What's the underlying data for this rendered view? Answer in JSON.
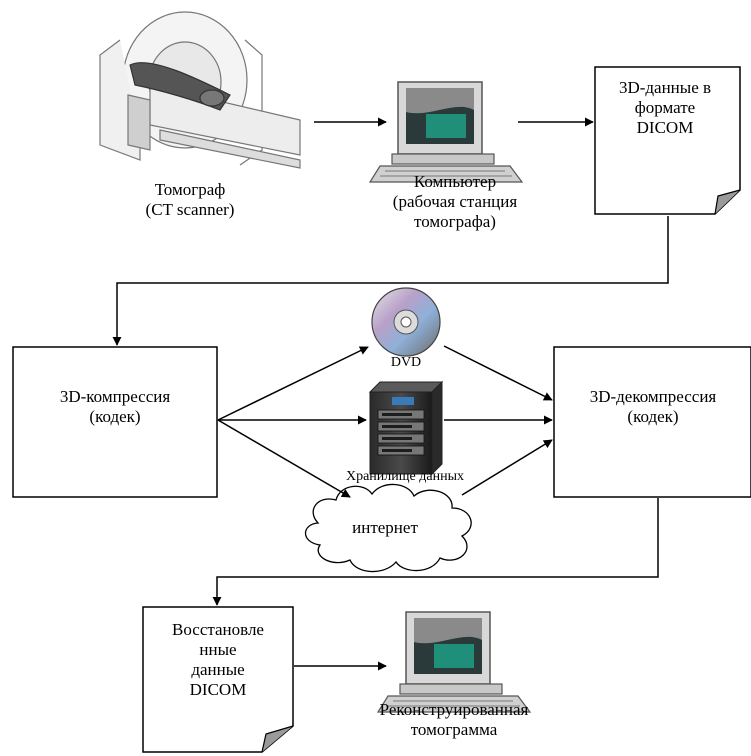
{
  "nodes": {
    "ct_scanner": {
      "line1": "Томограф",
      "line2": "(CT scanner)"
    },
    "workstation": {
      "line1": "Компьютер",
      "line2": "(рабочая станция",
      "line3": "томографа)"
    },
    "dicom_3d": {
      "line1": "3D-данные в",
      "line2": "формате",
      "line3": "DICOM"
    },
    "compression": {
      "line1": "3D-компрессия",
      "line2": "(кодек)"
    },
    "decompression": {
      "line1": "3D-декомпрессия",
      "line2": "(кодек)"
    },
    "dvd": {
      "label": "DVD"
    },
    "storage": {
      "label": "Хранилище данных"
    },
    "internet": {
      "label": "интернет"
    },
    "restored": {
      "line1": "Восстановле",
      "line2": "нные",
      "line3": "данные",
      "line4": "DICOM"
    },
    "reconstructed": {
      "line1": "Реконструированная",
      "line2": "томограмма"
    }
  },
  "icons": [
    "ct-scanner-icon",
    "computer-icon",
    "dvd-disc-icon",
    "nas-storage-icon",
    "cloud-icon",
    "document-icon"
  ]
}
